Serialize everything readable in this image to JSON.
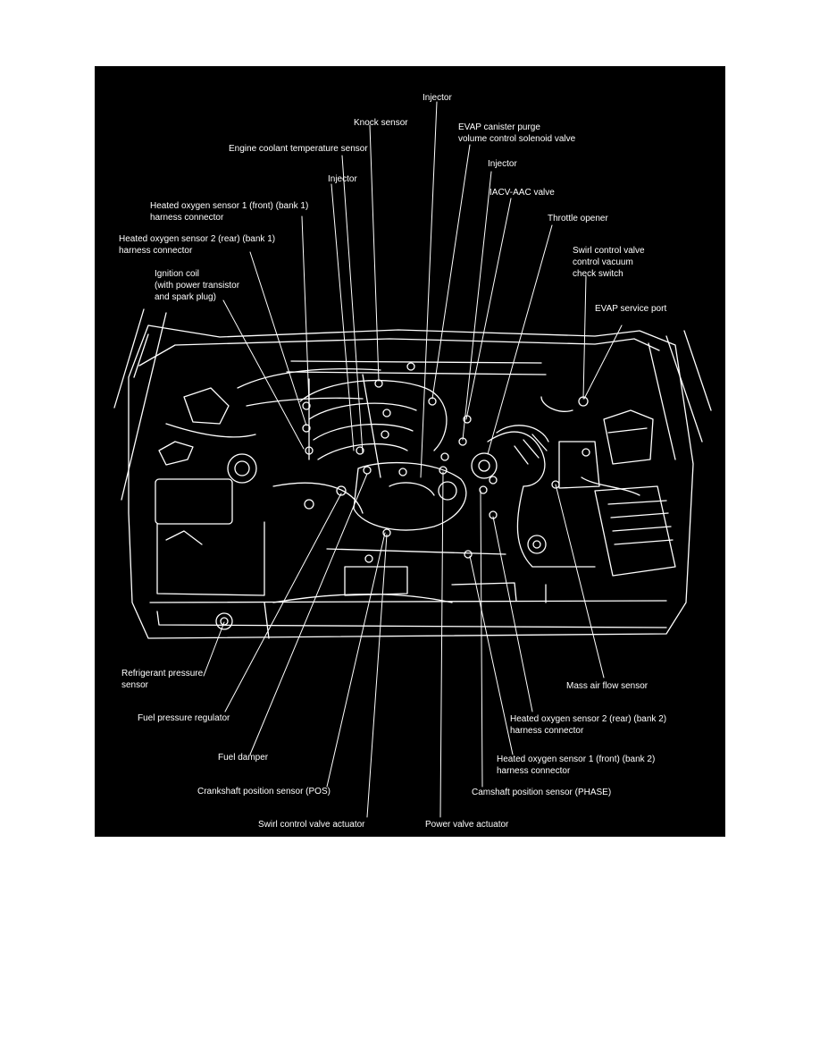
{
  "colors": {
    "background": "#000000",
    "ink": "#ffffff",
    "page": "#ffffff"
  },
  "labels": {
    "injector_top": "Injector",
    "knock_sensor": "Knock sensor",
    "evap_purge": "EVAP canister purge\nvolume control solenoid valve",
    "engine_coolant": "Engine coolant temperature sensor",
    "injector_right": "Injector",
    "injector_left": "Injector",
    "iacv_aac": "IACV-AAC valve",
    "ho2s1_bank1": "Heated oxygen sensor 1 (front) (bank 1)\nharness connector",
    "throttle_opener": "Throttle opener",
    "ho2s2_bank1": "Heated oxygen sensor 2 (rear) (bank 1)\nharness connector",
    "swirl_vacuum": "Swirl control valve\ncontrol vacuum\ncheck switch",
    "ignition_coil": "Ignition coil\n(with power transistor\nand spark plug)",
    "evap_service": "EVAP service port",
    "refrigerant": "Refrigerant pressure\nsensor",
    "maf": "Mass air flow sensor",
    "fuel_regulator": "Fuel pressure regulator",
    "ho2s2_bank2": "Heated oxygen sensor 2 (rear) (bank 2)\nharness connector",
    "fuel_damper": "Fuel damper",
    "ho2s1_bank2": "Heated oxygen sensor 1 (front) (bank 2)\nharness connector",
    "crankshaft": "Crankshaft position sensor (POS)",
    "camshaft": "Camshaft position sensor (PHASE)",
    "swirl_actuator": "Swirl control valve actuator",
    "power_valve": "Power valve actuator"
  }
}
